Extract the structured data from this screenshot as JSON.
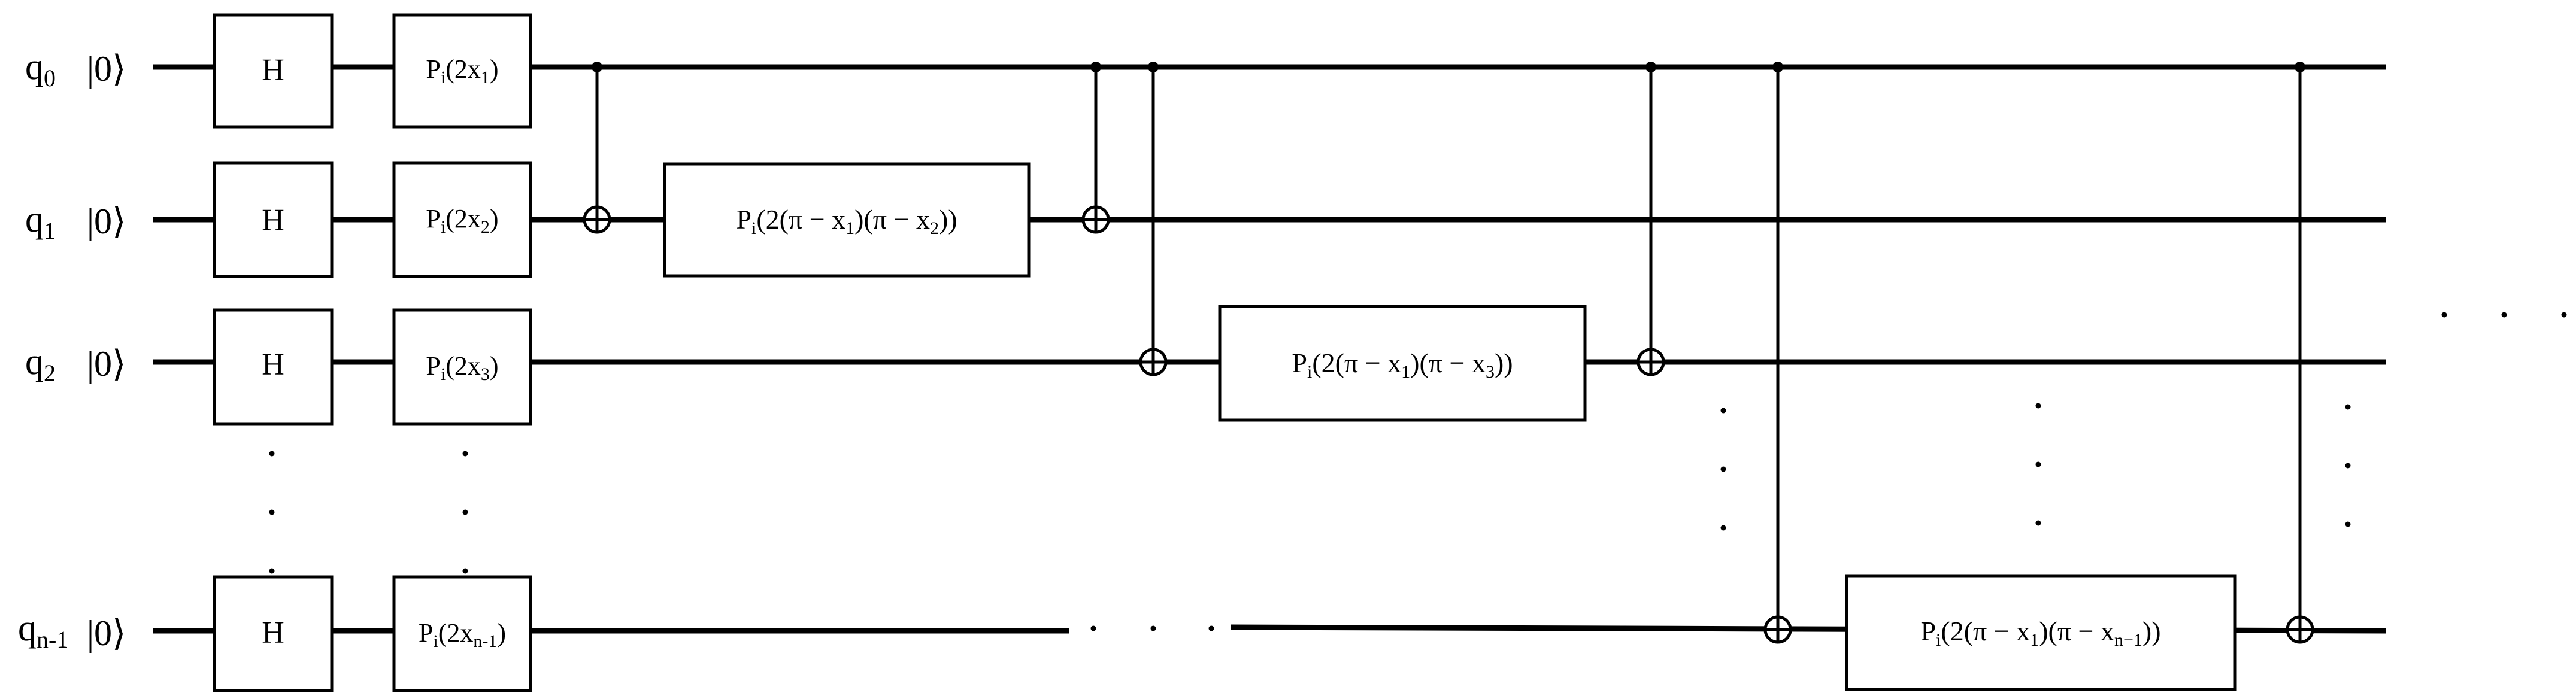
{
  "qubits": [
    {
      "name": "q",
      "sub": "0",
      "ket": "|0⟩"
    },
    {
      "name": "q",
      "sub": "1",
      "ket": "|0⟩"
    },
    {
      "name": "q",
      "sub": "2",
      "ket": "|0⟩"
    },
    {
      "name": "q",
      "sub": "n-1",
      "ket": "|0⟩"
    }
  ],
  "h_gate": {
    "label": "H"
  },
  "encoding_gates": [
    {
      "base": "P",
      "base_sub": "i",
      "open": "(2x",
      "x_sub": "1",
      "close": ")"
    },
    {
      "base": "P",
      "base_sub": "i",
      "open": "(2x",
      "x_sub": "2",
      "close": ")"
    },
    {
      "base": "P",
      "base_sub": "i",
      "open": "(2x",
      "x_sub": "3",
      "close": ")"
    },
    {
      "base": "P",
      "base_sub": "i",
      "open": "(2x",
      "x_sub": "n-1",
      "close": ")"
    }
  ],
  "entangling_gates": [
    {
      "base": "P",
      "base_sub": "i",
      "part1": "(2(π − x",
      "sub1": "1",
      "part2": ")(π − x",
      "sub2": "2",
      "part3": "))"
    },
    {
      "base": "P",
      "base_sub": "i",
      "part1": "(2(π − x",
      "sub1": "1",
      "part2": ")(π − x",
      "sub2": "3",
      "part3": "))"
    },
    {
      "base": "P",
      "base_sub": "i",
      "part1": "(2(π − x",
      "sub1": "1",
      "part2": ")(π − x",
      "sub2": "n−1",
      "part3": "))"
    }
  ],
  "ellipsis": "·"
}
